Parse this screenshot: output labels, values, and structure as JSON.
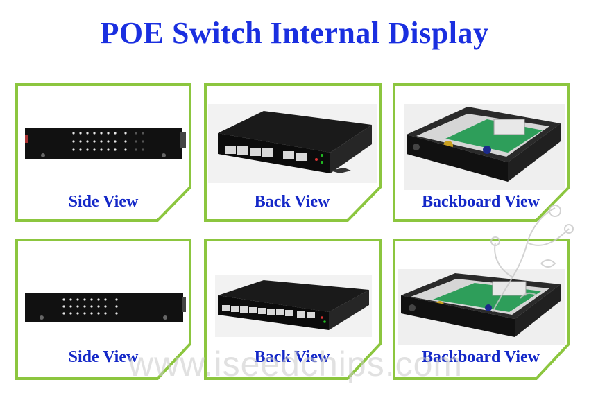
{
  "title": "POE Switch Internal Display",
  "colors": {
    "title": "#1a2fe0",
    "label": "#1428c8",
    "frame": "#8cc63f"
  },
  "cards": [
    {
      "label": "Side View",
      "image": "side-view-image"
    },
    {
      "label": "Back View",
      "image": "back-view-image"
    },
    {
      "label": "Backboard View",
      "image": "backboard-view-image"
    },
    {
      "label": "Side View",
      "image": "side-view-image"
    },
    {
      "label": "Back View",
      "image": "back-view-image"
    },
    {
      "label": "Backboard View",
      "image": "backboard-view-image"
    }
  ]
}
